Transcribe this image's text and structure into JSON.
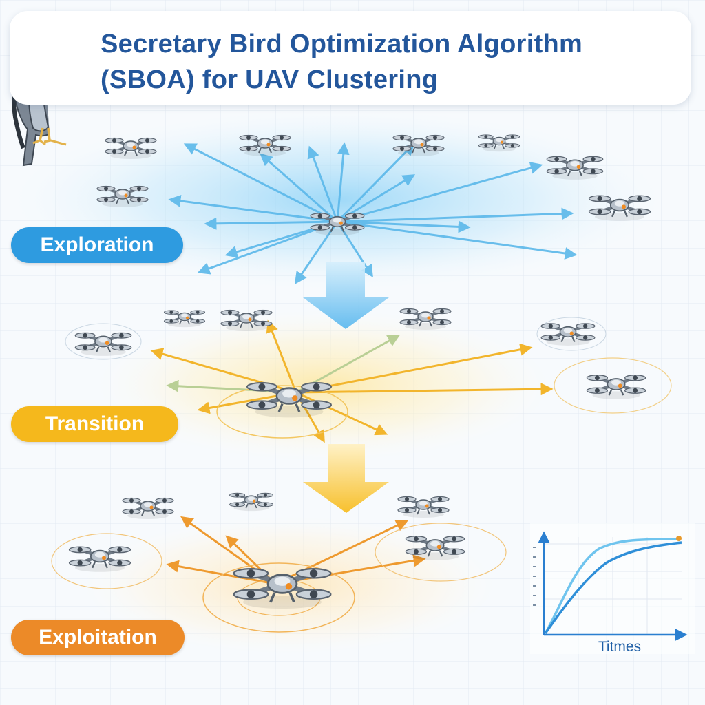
{
  "title": {
    "line1": "Secretary Bird Optimization Algorithm",
    "line2": "(SBOA) for UAV Clustering"
  },
  "phases": {
    "exploration": "Exploration",
    "transition": "Transition",
    "exploitation": "Exploitation"
  },
  "convergence_inset": {
    "x_label": "Titmes"
  },
  "colors": {
    "title_text": "#23569b",
    "exploration": "#2e9be0",
    "transition": "#f5b81c",
    "exploitation": "#ec8a28",
    "arrow_blue": "#5bb8ea",
    "arrow_yellow": "#f2b52c",
    "arrow_orange": "#ee9a2f"
  },
  "icons": [
    "secretary-bird-icon",
    "drone-icon"
  ]
}
